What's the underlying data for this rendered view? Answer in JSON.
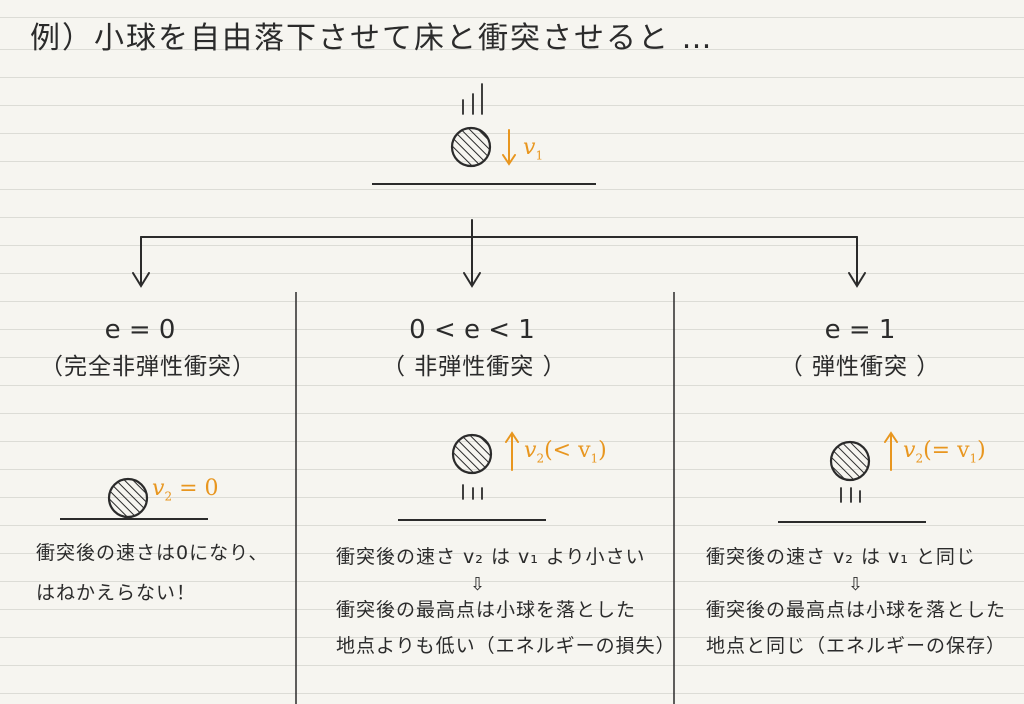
{
  "title": "例）小球を自由落下させて床と衝突させると …",
  "top": {
    "velocity_symbol": "v",
    "velocity_sub": "1"
  },
  "columns": [
    {
      "condition": "e = 0",
      "kind": "（完全非弾性衝突）",
      "velocity_symbol": "v",
      "velocity_sub": "2",
      "velocity_note": " = 0",
      "desc_lines": [
        "衝突後の速さは0になり、",
        "はねかえらない！"
      ]
    },
    {
      "condition": "0 < e < 1",
      "kind": "（ 非弾性衝突 ）",
      "velocity_symbol": "v",
      "velocity_sub": "2",
      "velocity_note_open": "(< v",
      "velocity_note_sub": "1",
      "velocity_note_close": ")",
      "desc_lines": [
        "衝突後の速さ v₂ は v₁ より小さい",
        "衝突後の最高点は小球を落とした",
        "地点よりも低い（エネルギーの損失）"
      ],
      "implies": "⇩"
    },
    {
      "condition": "e = 1",
      "kind": "（ 弾性衝突 ）",
      "velocity_symbol": "v",
      "velocity_sub": "2",
      "velocity_note_open": "(= v",
      "velocity_note_sub": "1",
      "velocity_note_close": ")",
      "desc_lines": [
        "衝突後の速さ v₂ は v₁ と同じ",
        "衝突後の最高点は小球を落とした",
        "地点と同じ（エネルギーの保存）"
      ],
      "implies": "⇩"
    }
  ],
  "colors": {
    "ink": "#2b2b2b",
    "accent": "#e8961f",
    "paper": "#f6f5f0",
    "rule": "#dcdcd6"
  }
}
